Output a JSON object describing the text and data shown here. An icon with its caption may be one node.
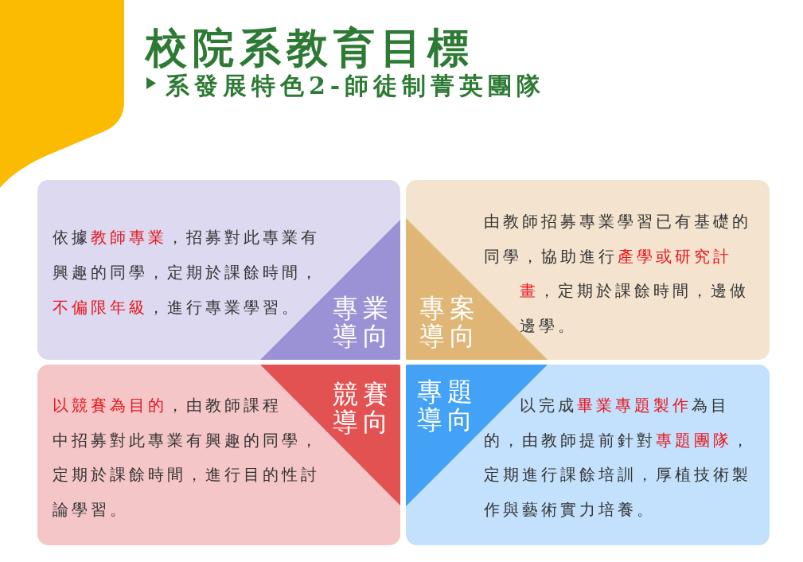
{
  "diagram": {
    "title": "校院系教育目標",
    "nodes": [
      {
        "text": [
          "依據**教師專業**，招募對此專業有興趣的同學，定期於課餘時間，**不偏限年級**，進行專業學習。"
        ]
      },
      {
        "text": [
          "專業導向"
        ],
        "in": 0
      },
      {
        "text": [
          "由教師招募專業學習已有基礎的同學，協助進行**產學或研究計畫**，定期於課餘時間，邊做邊學。"
        ]
      },
      {
        "text": [
          "專案導向"
        ],
        "in": 2
      },
      {
        "text": [
          "**以競賽為目的**，由教師課程中招募對此專業有興趣的同學，定期於課餘時間，進行目的性討論學習。"
        ]
      },
      {
        "text": [
          "競賽導向"
        ],
        "in": 4
      },
      {
        "text": [
          "以完成**畢業專題製作**為目的，由教師提前針對**專題團隊**，定期進行課餘培訓，厚植技術製作與藝術實力培養。"
        ]
      },
      {
        "text": [
          "專題導向"
        ],
        "in": 6
      }
    ],
    "labels": [
      "系發展特色2-師徒制菁英團隊"
    ]
  }
}
